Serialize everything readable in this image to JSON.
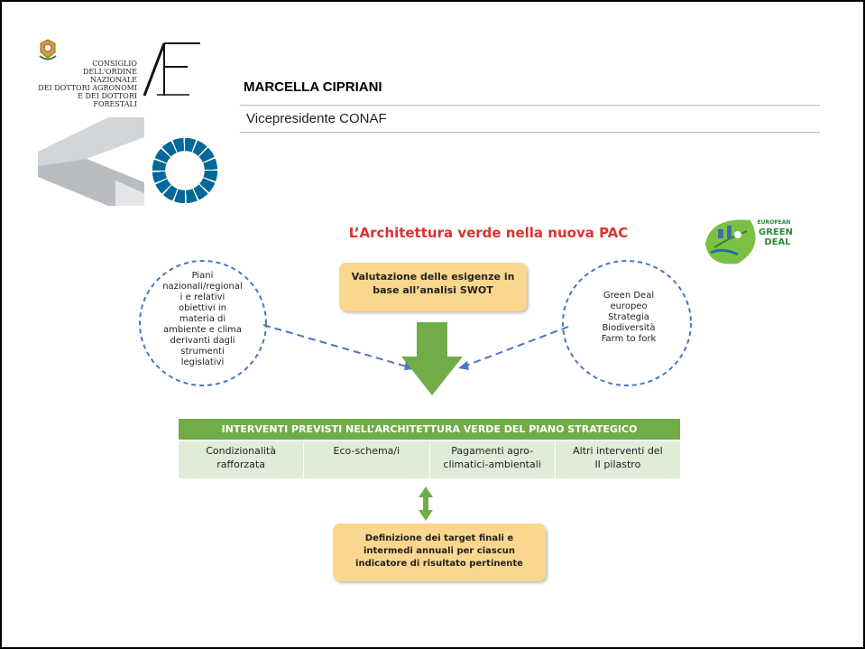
{
  "header": {
    "council_lines": [
      "CONSIGLIO",
      "DELL'ORDINE NAZIONALE",
      "DEI DOTTORI AGRONOMI",
      "E DEI DOTTORI FORESTALI"
    ],
    "speaker_name": "MARCELLA CIPRIANI",
    "speaker_role": "Vicepresidente CONAF",
    "logo_icons": [
      "italian-emblem-icon",
      "af-monogram-icon",
      "chevron-logo-icon",
      "sdg-wheel-icon"
    ]
  },
  "diagram": {
    "title": "L’Architettura verde nella nuova PAC",
    "egd_logo_text": [
      "EUROPEAN",
      "GREEN",
      "DEAL"
    ],
    "left_circle_lines": [
      "Piani",
      "nazionali/regional",
      "i e relativi",
      "obiettivi in",
      "materia di",
      "ambiente e clima",
      "derivanti dagli",
      "strumenti",
      "legislativi"
    ],
    "right_circle_lines": [
      "Green Deal",
      "europeo",
      "Strategia",
      "Biodiversità",
      "Farm to fork"
    ],
    "swot_box_lines": [
      "Valutazione delle esigenze in",
      "base all’analisi SWOT"
    ],
    "interventions_header": "INTERVENTI PREVISTI NELL’ARCHITETTURA VERDE DEL PIANO STRATEGICO",
    "interventions": [
      {
        "line1": "Condizionalità",
        "line2": "rafforzata"
      },
      {
        "line1": "Eco-schema/i",
        "line2": ""
      },
      {
        "line1": "Pagamenti agro-",
        "line2": "climatici-ambientali"
      },
      {
        "line1": "Altri interventi del",
        "line2": "II pilastro"
      }
    ],
    "target_box_lines": [
      "Definizione dei target finali e",
      "intermedi annuali per ciascun",
      "indicatore di risultato pertinente"
    ],
    "colors": {
      "title_red": "#e03030",
      "green": "#70ad47",
      "light_green": "#e0ebd8",
      "orange_box": "#fbd68e",
      "dashed_blue": "#4a76c4"
    }
  }
}
